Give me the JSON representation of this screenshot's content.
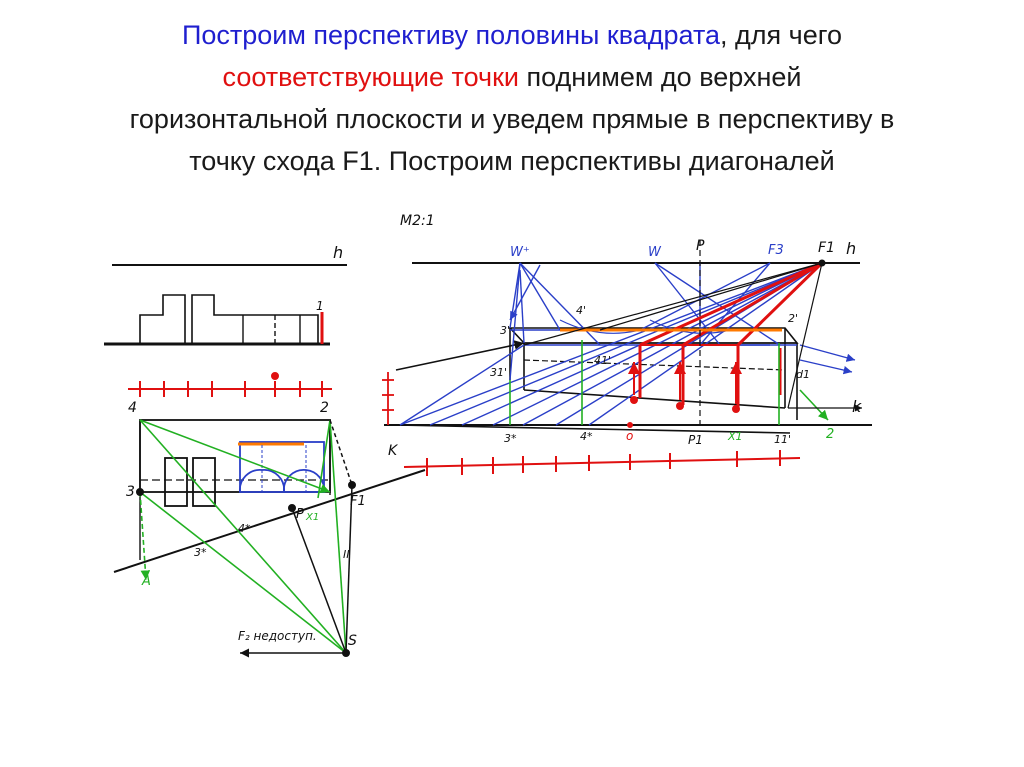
{
  "title": {
    "line1_blue": "Построим перспективу половины  квадрата",
    "line1_rest": ", для чего",
    "line2_red": "соответствующие точки",
    "line2_rest": " поднимем до верхней",
    "line3": "горизонтальной плоскости и уведем прямые в перспективу в",
    "line4": "точку схода F1. Построим перспективы диагоналей"
  },
  "colors": {
    "text": "#1a1a1a",
    "highlight_blue": "#1f1fcf",
    "highlight_red": "#e01010",
    "ink": "#111111",
    "red_ink": "#e01010",
    "blue_ink": "#2a3fc8",
    "green_ink": "#22b022",
    "orange_ink": "#ff7a00"
  },
  "labels": {
    "scale": "M2:1",
    "h_left": "h",
    "h_right": "h",
    "one": "1",
    "four": "4",
    "two": "2",
    "three": "3",
    "F1": "F1",
    "P": "P",
    "X1": "X1",
    "A": "A",
    "three_star": "3*",
    "four_star": "4*",
    "parallel": "II",
    "S": "S",
    "F2_note": "F₂ недоступ.",
    "W_plus": "W⁺",
    "W": "W",
    "P_top": "P",
    "F3": "F3",
    "F1_top": "F1",
    "three_prime": "3'",
    "four_prime": "4'",
    "two_prime": "2'",
    "three1_prime": "31'",
    "four1_prime": "41'",
    "d1": "d1",
    "k": "k",
    "K": "K",
    "three_star_b": "3*",
    "four_star_b": "4*",
    "zero": "o",
    "P1": "P1",
    "X1_b": "X1",
    "one1_prime": "11'",
    "two_green": "2"
  }
}
